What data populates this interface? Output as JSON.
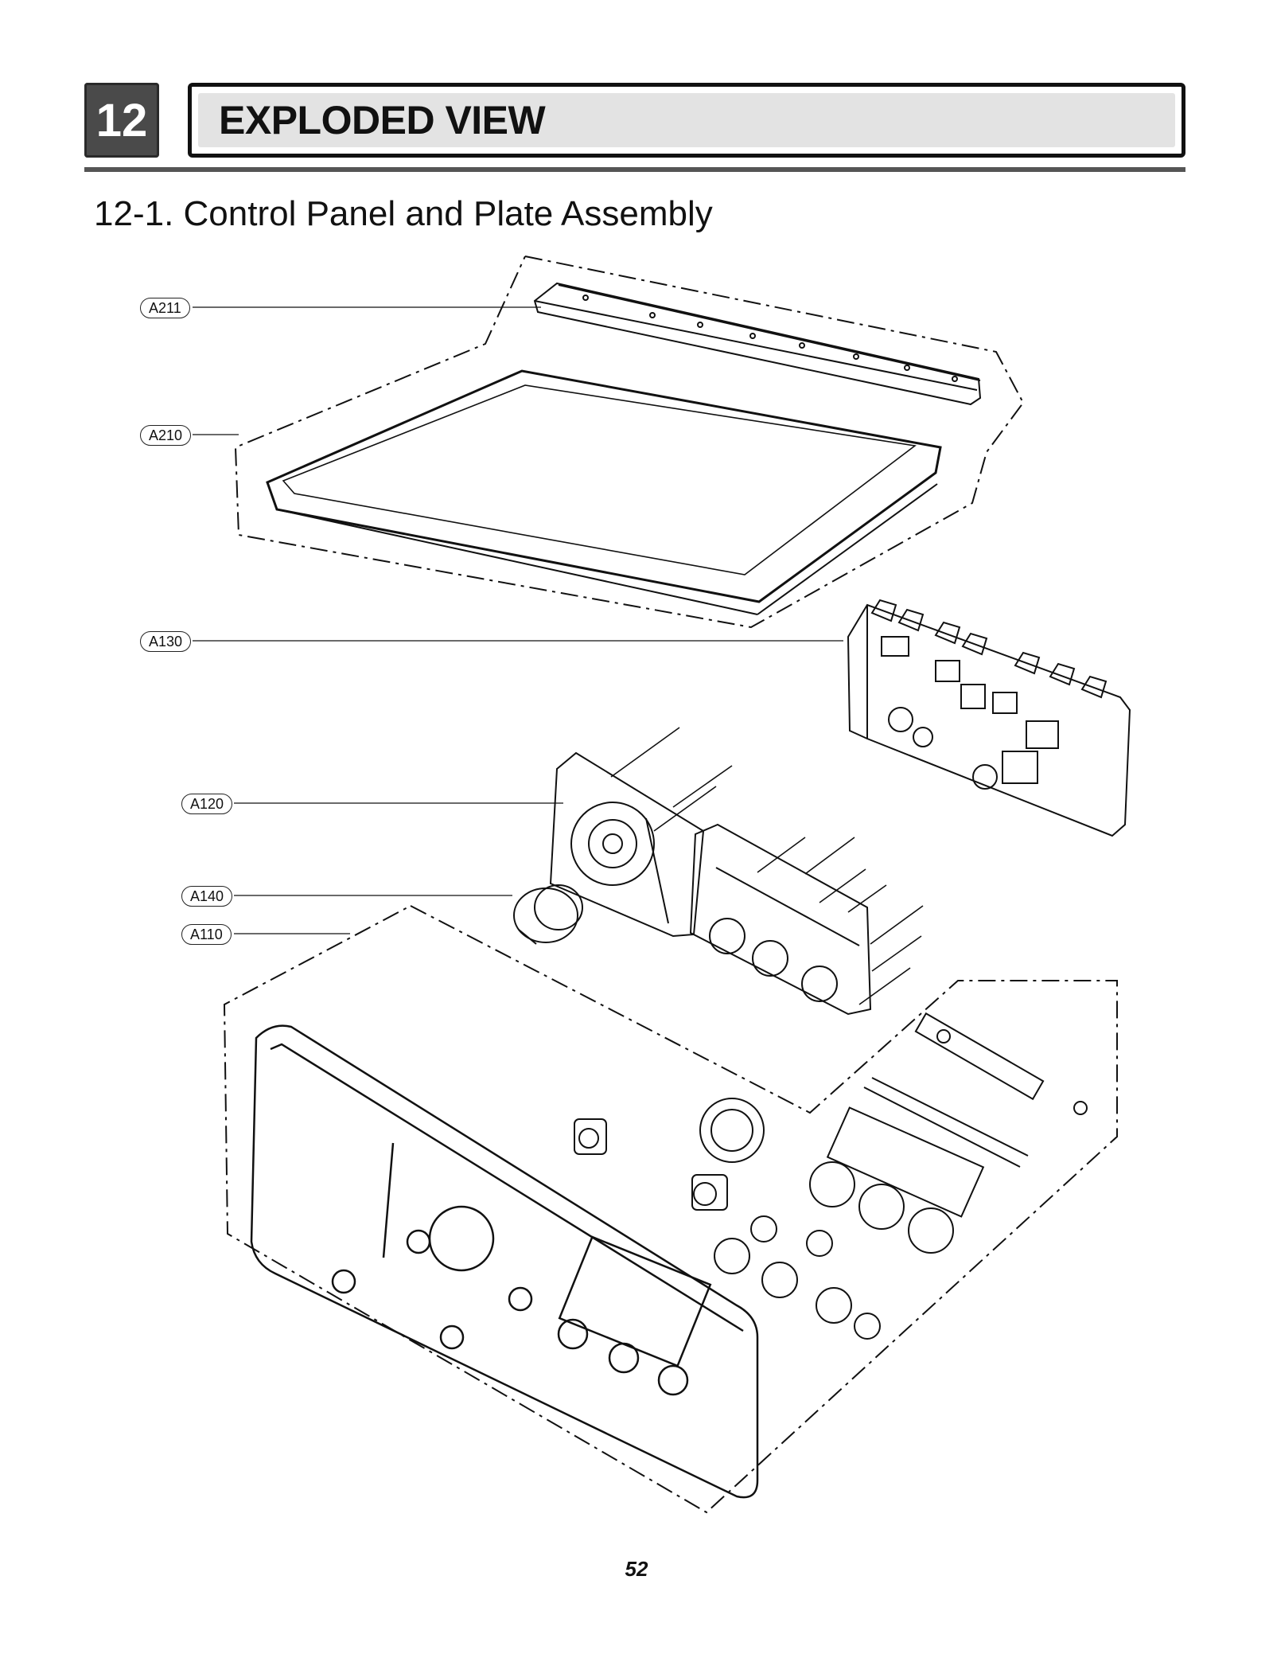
{
  "section": {
    "number": "12",
    "title": "EXPLODED VIEW"
  },
  "subtitle": "12-1. Control Panel and Plate Assembly",
  "callouts": [
    {
      "id": "A211",
      "label": "A211"
    },
    {
      "id": "A210",
      "label": "A210"
    },
    {
      "id": "A130",
      "label": "A130"
    },
    {
      "id": "A120",
      "label": "A120"
    },
    {
      "id": "A140",
      "label": "A140"
    },
    {
      "id": "A110",
      "label": "A110"
    }
  ],
  "page_number": "52"
}
